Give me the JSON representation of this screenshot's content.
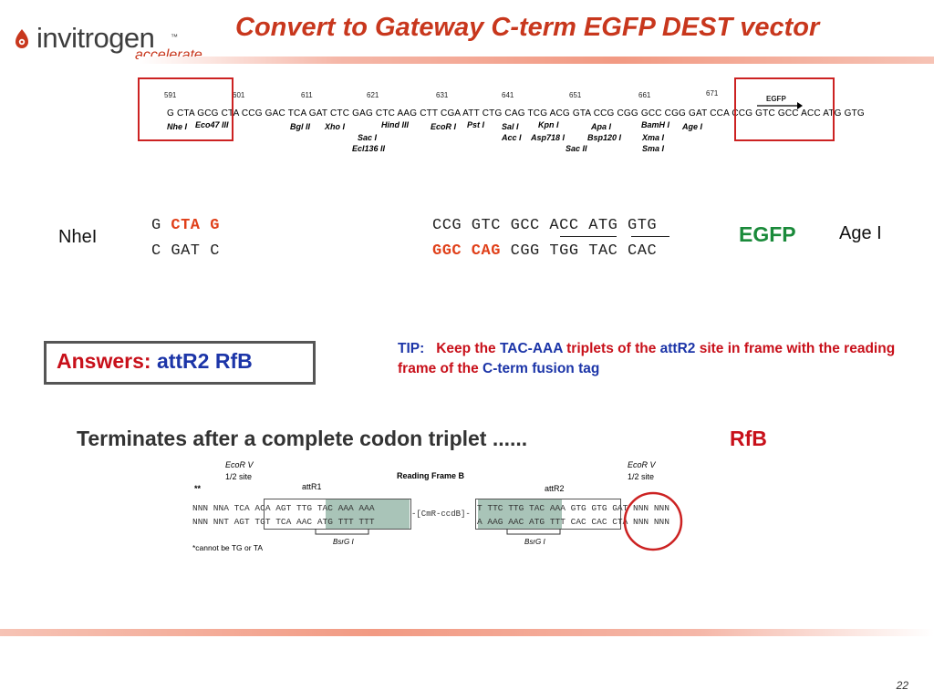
{
  "header": {
    "logo_word": "invitrogen",
    "logo_tm": "™",
    "logo_tagline": "accelerate",
    "title": "Convert to Gateway C-term EGFP  DEST vector",
    "page_number": "22"
  },
  "vector_map": {
    "positions": [
      "591",
      "601",
      "611",
      "621",
      "631",
      "641",
      "651",
      "661",
      "671"
    ],
    "sequence": "G CTA GCG CTA CCG GAC TCA GAT CTC GAG CTC AAG CTT CGA ATT CTG CAG TCG ACG GTA CCG CGG GCC CGG GAT CCA CCG GTC GCC ACC ATG GTG",
    "egfp_label": "EGFP",
    "sites_row1": [
      "Nhe I",
      "Eco47 III",
      "Bgl II",
      "Xho I",
      "Hind III",
      "EcoR I",
      "Pst I",
      "Sal I",
      "Kpn I",
      "Apa I",
      "BamH I",
      "Age I"
    ],
    "sites_row2": [
      "Sac I",
      "Acc I",
      "Asp718 I",
      "Bsp120 I",
      "Xma I"
    ],
    "sites_row3": [
      "Ecl136 II",
      "Sac II",
      "Sma I"
    ]
  },
  "sequence": {
    "left_label": "NheI",
    "left_top_plain": "G ",
    "left_top_red": "CTA G",
    "left_bottom": "C GAT C",
    "right_top": "CCG GTC GCC ACC ATG GTG",
    "right_bottom_red": "GGC CAG",
    "right_bottom_plain": " CGG TGG TAC CAC",
    "egfp": "EGFP",
    "right_label": "Age I"
  },
  "answers": {
    "label": "Answers:",
    "value": "attR2  RfB"
  },
  "tip": {
    "prefix": "TIP:",
    "part1": "Keep the ",
    "part2": "TAC-AAA",
    "part3": " triplets of the ",
    "part4": "attR2",
    "part5": " site in frame with the reading frame of the ",
    "part6": "C-term fusion tag"
  },
  "terminates": {
    "text": "Terminates after a complete codon triplet ......",
    "rfb": "RfB"
  },
  "reading_frame": {
    "ecorv_left": "EcoR V",
    "half_site_left": "1/2 site",
    "stars": "**",
    "attr1": "attR1",
    "title": "Reading Frame B",
    "attr2": "attR2",
    "ecorv_right": "EcoR V",
    "half_site_right": "1/2 site",
    "left_top": "NNN NNA TCA ACA AGT TTG TAC AAA AAA",
    "left_bottom": "NNN NNT AGT TGT TCA AAC ATG TTT TTT",
    "cassette": "-[CmR-ccdB]-",
    "right_top": "T TTC TTG TAC AAA GTG GTG GAT NNN NNN",
    "right_bottom": "A AAG AAC ATG TTT CAC CAC CTA NNN NNN",
    "bsrg_left": "BsrG I",
    "bsrg_right": "BsrG I",
    "footnote": "*cannot be TG or TA"
  },
  "colors": {
    "title_red": "#c8371d",
    "answer_red": "#c8101a",
    "answer_blue": "#1c35a8",
    "egfp_green": "#1a8a3a",
    "box_red": "#cc2222"
  }
}
